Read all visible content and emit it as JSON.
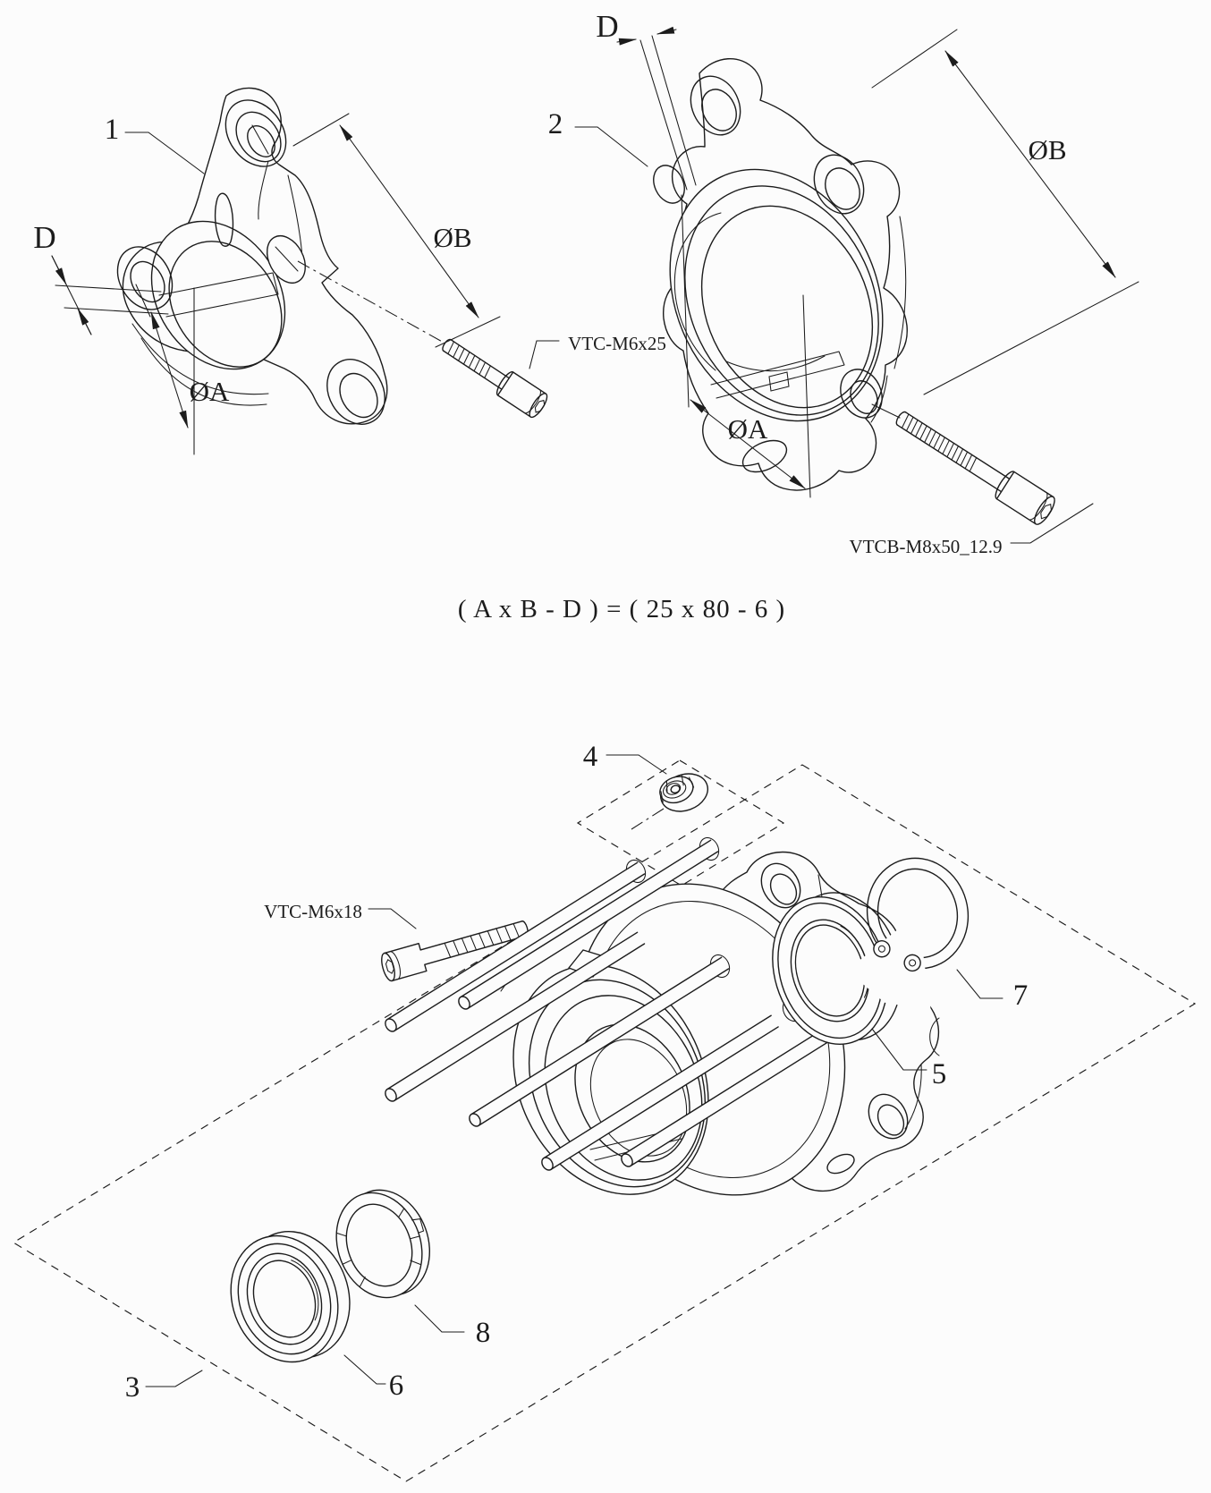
{
  "colors": {
    "background": "#fcfcfc",
    "ink": "#1c1c1c"
  },
  "upper_left_flange": {
    "callout": "1",
    "dim_thickness": "D",
    "dim_bore": "ØA",
    "dim_bolt_circle": "ØB",
    "screw_label": "VTC-M6x25"
  },
  "upper_right_flange": {
    "callout": "2",
    "dim_thickness": "D",
    "dim_bore": "ØA",
    "dim_bolt_circle": "ØB",
    "screw_label": "VTCB-M8x50_12.9"
  },
  "formula": "( A x B - D ) = ( 25 x 80 - 6 )",
  "hub_assembly": {
    "callout": "3",
    "nut_callout": "4",
    "bearing_right_callout": "5",
    "bearing_left_callout": "6",
    "circlip_callout": "7",
    "lock_ring_callout": "8",
    "screw_label": "VTC-M6x18"
  }
}
